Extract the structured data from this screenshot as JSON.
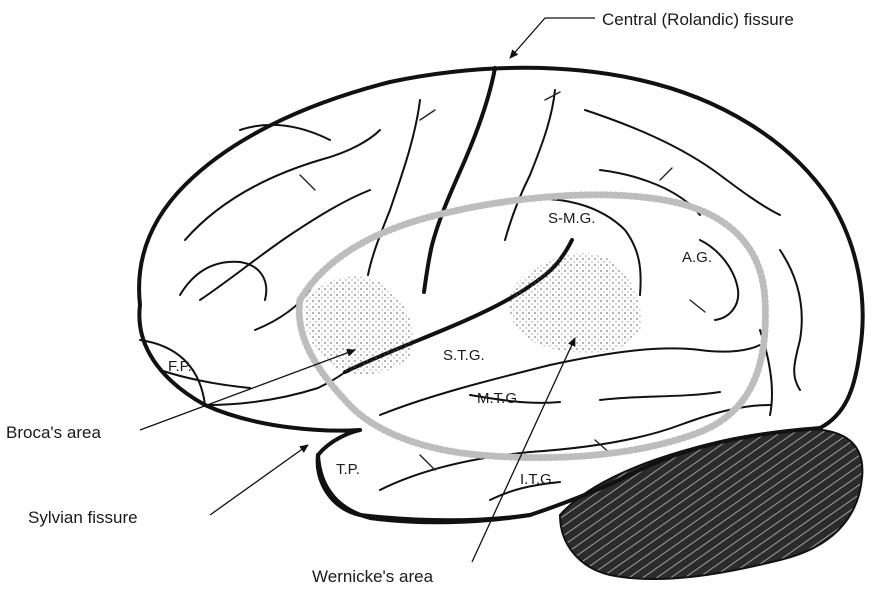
{
  "labels": {
    "central_fissure": "Central (Rolandic) fissure",
    "broca": "Broca's area",
    "sylvian": "Sylvian fissure",
    "wernicke": "Wernicke's area",
    "fp": "F.P.",
    "smg": "S-M.G.",
    "ag": "A.G.",
    "stg": "S.T.G.",
    "mtg": "M.T.G.",
    "tp": "T.P.",
    "itg": "I.T.G."
  },
  "colors": {
    "ink": "#111111",
    "stipple": "#555555",
    "perisylvian_ring": "#bdbdbd",
    "cerebellum": "#2b2b2b"
  }
}
